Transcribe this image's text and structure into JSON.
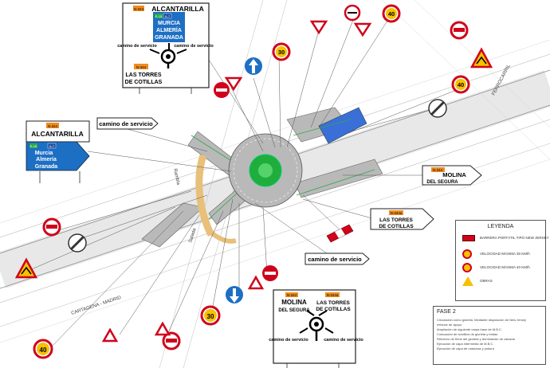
{
  "colors": {
    "sign_blue": "#1d6fc4",
    "road_grey": "#b9b9b9",
    "island_green": "#1fae3c",
    "lane_blue": "#3a6fd8",
    "warning_red": "#d0021b",
    "plate_orange": "#f08c1e"
  },
  "signs": {
    "top_direction": {
      "top_road": "N-344",
      "top_place": "ALCANTARILLA",
      "blue_road_green": "E-15",
      "blue_road_blue": "A-7",
      "blue_line1": "MURCIA",
      "blue_line2": "ALMERÍA",
      "blue_line3": "GRANADA",
      "left_service": "camino de servicio",
      "right_service": "camino de servicio",
      "bottom_road": "N-344",
      "bottom_place_line1": "LAS TORRES",
      "bottom_place_line2": "DE COTILLAS"
    },
    "left_direction": {
      "road": "N-344",
      "place": "ALCANTARILLA",
      "blue_road_green": "E-15",
      "blue_road_blue": "A-7",
      "line1": "Murcia",
      "line2": "Almería",
      "line3": "Granada"
    },
    "service_top": "camino de servicio",
    "service_bottom": "camino de servicio",
    "molina_arrow": {
      "road": "N-344",
      "line1": "MOLINA",
      "line2": "DEL SEGURA"
    },
    "torres_arrow": {
      "road": "N-344a",
      "line1": "LAS TORRES",
      "line2": "DE COTILLAS"
    },
    "bottom_direction": {
      "left_road": "N-344",
      "left_line1": "MOLINA",
      "left_line2": "DEL SEGURA",
      "right_road": "N-344a",
      "right_line1": "LAS TORRES",
      "right_line2": "DE COTILLAS",
      "left_service": "camino de servicio",
      "right_service": "camino de servicio"
    },
    "speed_values": [
      "30",
      "40"
    ]
  },
  "map_labels": {
    "rambla": "Rambla",
    "salada": "Salada",
    "ferrocarril": "FERROCARRIL",
    "cartagena": "CARTAGENA - MADRID"
  },
  "legend": {
    "title": "LEYENDA",
    "items": [
      "BARRERA PORTÁTIL TIPO NEW JERSEY",
      "VELOCIDAD MÁXIMA 30 KM/h",
      "VELOCIDAD MÁXIMA 40 KM/h",
      "OBRAS"
    ]
  },
  "phase": {
    "title": "FASE 2",
    "lines": [
      "Circulación como glorieta. Mediante disposición de New Jersey",
      "reforzar de apoyo",
      "Ampliación de siguiente carpa base de M.B.C.",
      "Colocación de bordillos de glorieta y bridas",
      "Refuerzo de firme del glorieta y terminación de calzada",
      "Ejecución de capa intermedia de M.B.C.",
      "Ejecución de capa de rodadura y pintura"
    ]
  }
}
